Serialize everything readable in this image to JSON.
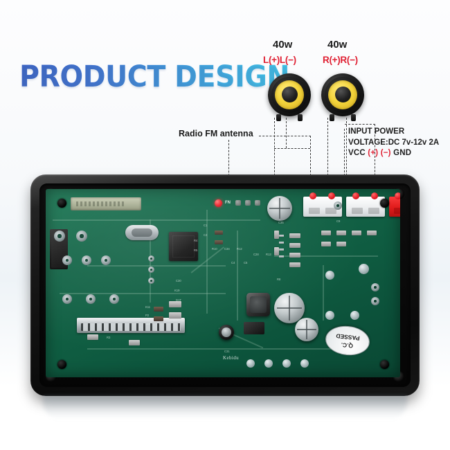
{
  "title": "PRODUCT DESIGN",
  "annotations": {
    "watt_left": "40w",
    "watt_right": "40w",
    "channel_left": "L(+)L(−)",
    "channel_right": "R(+)R(−)",
    "antenna_label": "Radio FM antenna",
    "power": {
      "line1": "INPUT POWER",
      "line2": "VOLTAGE:DC 7v-12v 2A",
      "vcc": "VCC",
      "plus": "(+)",
      "minus": "(−)",
      "gnd": "GND"
    }
  },
  "board": {
    "brand": "Kebidu",
    "qc_line1": "Q.C.",
    "qc_line2": "PASSED",
    "indicator_label": "FN",
    "silkscreen": [
      "R10",
      "C34",
      "R12",
      "C28",
      "R13",
      "C35",
      "C4",
      "C5",
      "C1",
      "C2",
      "R4",
      "R5",
      "C30",
      "K19",
      "DAT",
      "K11",
      "P2",
      "L19",
      "R8",
      "R3",
      "C31",
      "C9"
    ]
  },
  "colors": {
    "title_gradient_start": "#3b63c4",
    "title_gradient_end": "#3fc6e8",
    "accent_red": "#e02234",
    "pcb_green": "#0f5c41",
    "bezel_black": "#111111",
    "speaker_cone_yellow": "#f5d63e"
  }
}
